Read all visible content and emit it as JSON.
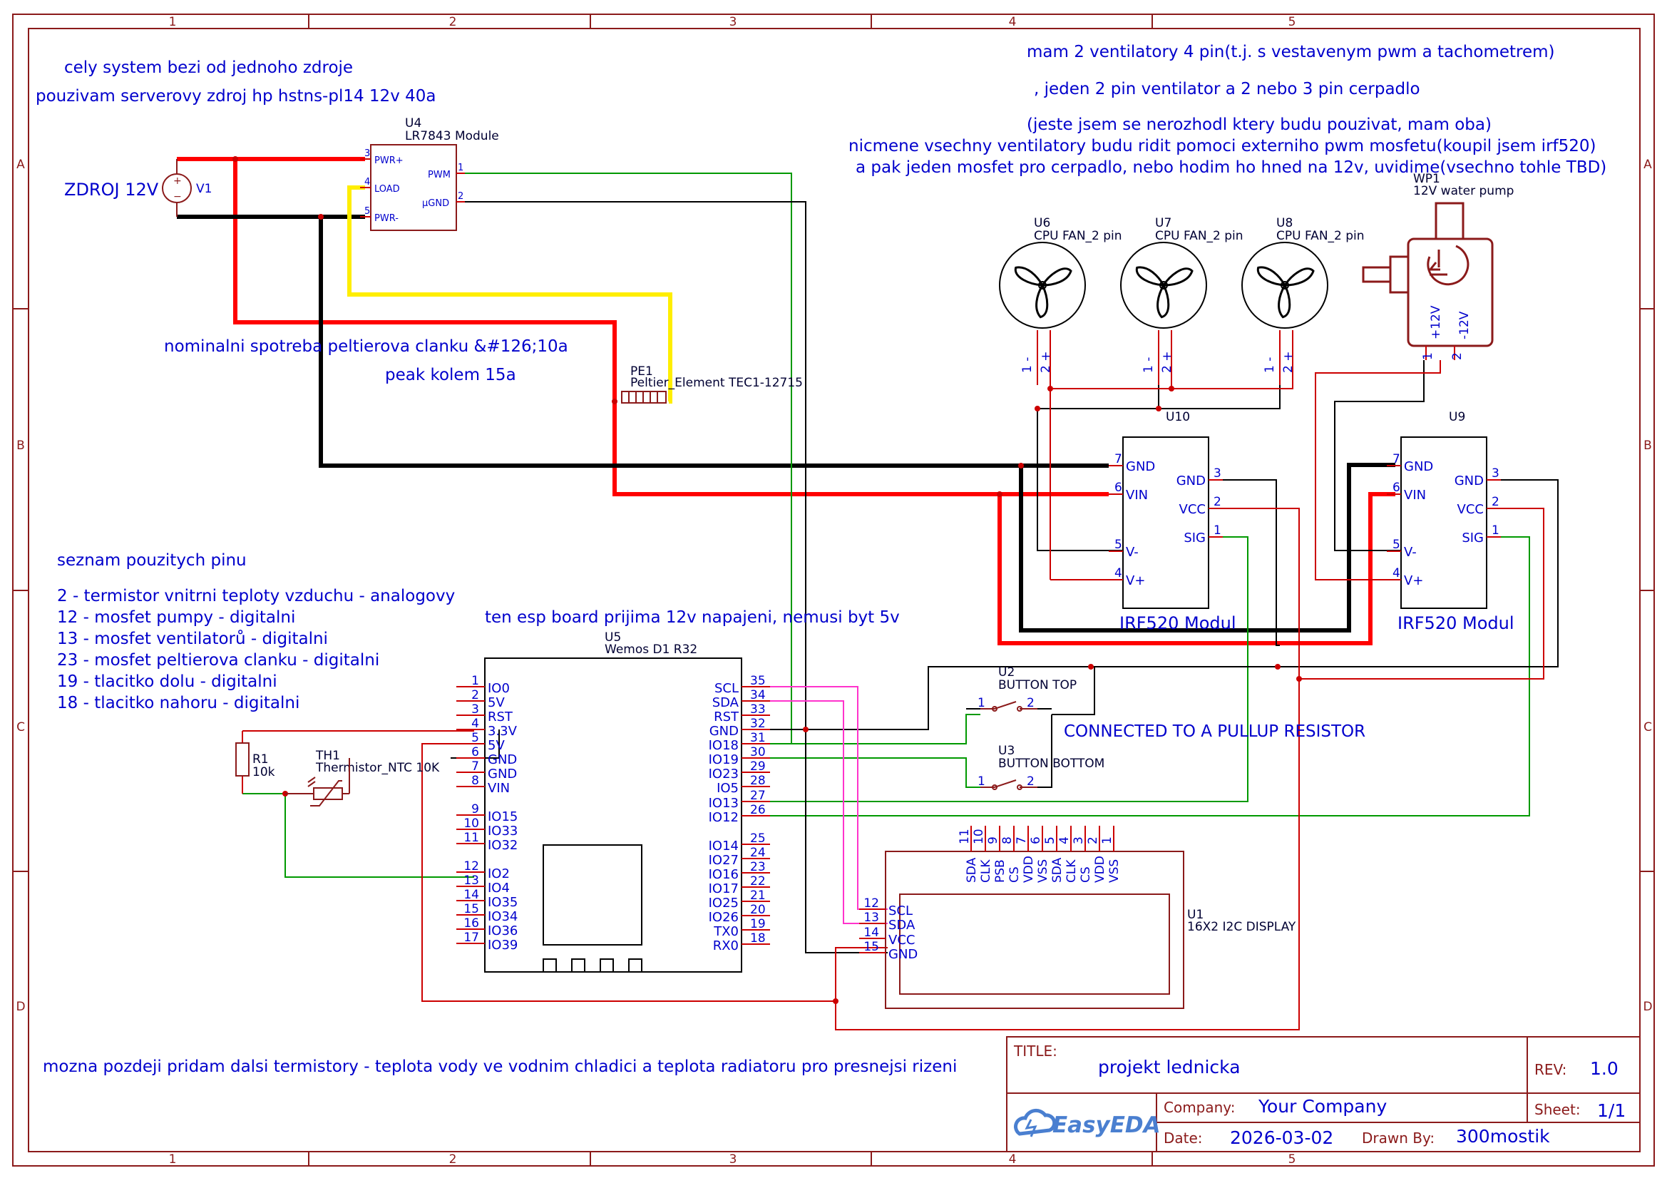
{
  "frame": {
    "col_labels": [
      "1",
      "2",
      "3",
      "4",
      "5"
    ],
    "row_labels": [
      "A",
      "B",
      "C",
      "D"
    ]
  },
  "notes": {
    "system1": "cely system bezi od jednoho zdroje",
    "system2": "pouzivam serverovy zdroj hp hstns-pl14 12v 40a",
    "fans1": "mam 2 ventilatory 4 pin(t.j. s vestavenym pwm a tachometrem)",
    "fans2": ", jeden 2 pin ventilator a 2 nebo 3 pin cerpadlo",
    "fans3": "(jeste jsem se nerozhodl ktery budu pouzivat, mam oba)",
    "fans4": "nicmene vsechny ventilatory budu ridit pomoci externiho pwm mosfetu(koupil jsem irf520)",
    "fans5": "a pak jeden mosfet pro cerpadlo, nebo hodim ho hned na 12v, uvidime(vsechno tohle TBD)",
    "peltier1": "nominalni spotreba peltierova clanku &#126;10a",
    "peltier2": "peak kolem 15a",
    "pins_title": "seznam pouzitych pinu",
    "pins": [
      "2 - termistor vnitrni teploty vzduchu - analogovy",
      "12 - mosfet pumpy - digitalni",
      "13 - mosfet ventilatorů - digitalni",
      "23 - mosfet peltierova clanku - digitalni",
      "19 - tlacitko dolu - digitalni",
      "18 - tlacitko nahoru - digitalni"
    ],
    "esp_note": "ten esp board prijima 12v napajeni, nemusi byt 5v",
    "pullup": "CONNECTED TO A PULLUP RESISTOR",
    "future": "mozna pozdeji pridam dalsi termistory - teplota vody ve vodnim chladici a teplota radiatoru pro presnejsi rizeni"
  },
  "components": {
    "v1": {
      "label": "ZDROJ 12V",
      "ref": "V1",
      "plus": "+",
      "minus": "−"
    },
    "u4": {
      "ref": "U4",
      "name": "LR7843 Module",
      "pins": [
        {
          "num": "3",
          "name": "PWR+"
        },
        {
          "num": "4",
          "name": "LOAD"
        },
        {
          "num": "5",
          "name": "PWR-"
        },
        {
          "num": "1",
          "name": "PWM"
        },
        {
          "num": "2",
          "name": "µGND"
        }
      ]
    },
    "pe1": {
      "ref": "PE1",
      "name": "Peltier_Element TEC1-12715"
    },
    "fans": [
      {
        "ref": "U6",
        "name": "CPU FAN_2 pin",
        "p1": "1 -",
        "p2": "2 +"
      },
      {
        "ref": "U7",
        "name": "CPU FAN_2 pin",
        "p1": "1 -",
        "p2": "2 +"
      },
      {
        "ref": "U8",
        "name": "CPU FAN_2 pin",
        "p1": "1 -",
        "p2": "2 +"
      }
    ],
    "wp1": {
      "ref": "WP1",
      "name": "12V water pump",
      "p1": "+12V",
      "p2": "-12V",
      "n1": "1",
      "n2": "2"
    },
    "irf": [
      {
        "ref": "U10",
        "name": "IRF520 Modul",
        "left": [
          {
            "num": "7",
            "name": "GND"
          },
          {
            "num": "6",
            "name": "VIN"
          },
          {
            "num": "5",
            "name": "V-"
          },
          {
            "num": "4",
            "name": "V+"
          }
        ],
        "right": [
          {
            "num": "3",
            "name": "GND"
          },
          {
            "num": "2",
            "name": "VCC"
          },
          {
            "num": "1",
            "name": "SIG"
          }
        ]
      },
      {
        "ref": "U9",
        "name": "IRF520 Modul",
        "left": [
          {
            "num": "7",
            "name": "GND"
          },
          {
            "num": "6",
            "name": "VIN"
          },
          {
            "num": "5",
            "name": "V-"
          },
          {
            "num": "4",
            "name": "V+"
          }
        ],
        "right": [
          {
            "num": "3",
            "name": "GND"
          },
          {
            "num": "2",
            "name": "VCC"
          },
          {
            "num": "1",
            "name": "SIG"
          }
        ]
      }
    ],
    "u2": {
      "ref": "U2",
      "name": "BUTTON TOP",
      "n1": "1",
      "n2": "2"
    },
    "u3": {
      "ref": "U3",
      "name": "BUTTON BOTTOM",
      "n1": "1",
      "n2": "2"
    },
    "u5": {
      "ref": "U5",
      "name": "Wemos D1 R32",
      "left": [
        {
          "num": "1",
          "name": "IO0"
        },
        {
          "num": "2",
          "name": "5V"
        },
        {
          "num": "3",
          "name": "RST"
        },
        {
          "num": "4",
          "name": "3.3V"
        },
        {
          "num": "5",
          "name": "5V"
        },
        {
          "num": "6",
          "name": "GND"
        },
        {
          "num": "7",
          "name": "GND"
        },
        {
          "num": "8",
          "name": "VIN"
        },
        {
          "num": "9",
          "name": "IO15"
        },
        {
          "num": "10",
          "name": "IO33"
        },
        {
          "num": "11",
          "name": "IO32"
        },
        {
          "num": "12",
          "name": "IO2"
        },
        {
          "num": "13",
          "name": "IO4"
        },
        {
          "num": "14",
          "name": "IO35"
        },
        {
          "num": "15",
          "name": "IO34"
        },
        {
          "num": "16",
          "name": "IO36"
        },
        {
          "num": "17",
          "name": "IO39"
        }
      ],
      "right": [
        {
          "num": "35",
          "name": "SCL"
        },
        {
          "num": "34",
          "name": "SDA"
        },
        {
          "num": "33",
          "name": "RST"
        },
        {
          "num": "32",
          "name": "GND"
        },
        {
          "num": "31",
          "name": "IO18"
        },
        {
          "num": "30",
          "name": "IO19"
        },
        {
          "num": "29",
          "name": "IO23"
        },
        {
          "num": "28",
          "name": "IO5"
        },
        {
          "num": "27",
          "name": "IO13"
        },
        {
          "num": "26",
          "name": "IO12"
        },
        {
          "num": "25",
          "name": "IO14"
        },
        {
          "num": "24",
          "name": "IO27"
        },
        {
          "num": "23",
          "name": "IO16"
        },
        {
          "num": "22",
          "name": "IO17"
        },
        {
          "num": "21",
          "name": "IO25"
        },
        {
          "num": "20",
          "name": "IO26"
        },
        {
          "num": "19",
          "name": "TX0"
        },
        {
          "num": "18",
          "name": "RX0"
        }
      ]
    },
    "r1": {
      "ref": "R1",
      "value": "10k"
    },
    "th1": {
      "ref": "TH1",
      "name": "Thermistor_NTC 10K"
    },
    "u1": {
      "ref": "U1",
      "name": "16X2 I2C DISPLAY",
      "left": [
        {
          "num": "12",
          "name": "SCL"
        },
        {
          "num": "13",
          "name": "SDA"
        },
        {
          "num": "14",
          "name": "VCC"
        },
        {
          "num": "15",
          "name": "GND"
        }
      ],
      "top": [
        {
          "num": "11",
          "name": "SDA"
        },
        {
          "num": "10",
          "name": "CLK"
        },
        {
          "num": "9",
          "name": "PSB"
        },
        {
          "num": "8",
          "name": "CS"
        },
        {
          "num": "7",
          "name": "VDD"
        },
        {
          "num": "6",
          "name": "VSS"
        },
        {
          "num": "5",
          "name": "SDA"
        },
        {
          "num": "4",
          "name": "CLK"
        },
        {
          "num": "3",
          "name": "CS"
        },
        {
          "num": "2",
          "name": "VDD"
        },
        {
          "num": "1",
          "name": "VSS"
        }
      ]
    }
  },
  "title_block": {
    "title_label": "TITLE:",
    "title": "projekt lednicka",
    "rev_label": "REV:",
    "rev": "1.0",
    "company_label": "Company:",
    "company": "Your Company",
    "sheet_label": "Sheet:",
    "sheet": "1/1",
    "date_label": "Date:",
    "date": "2026-03-02",
    "drawn_label": "Drawn By:",
    "drawn": "300mostik",
    "logo": "EasyEDA"
  },
  "colors": {
    "frame": "#8b1a1a",
    "text": "#0000cc",
    "power": "#ff0000",
    "ground": "#000000",
    "signal": "#009900",
    "yellow": "#ffee00",
    "i2c": "#ff33cc",
    "thin_red": "#cc0000",
    "logo": "#4a7fd0"
  }
}
